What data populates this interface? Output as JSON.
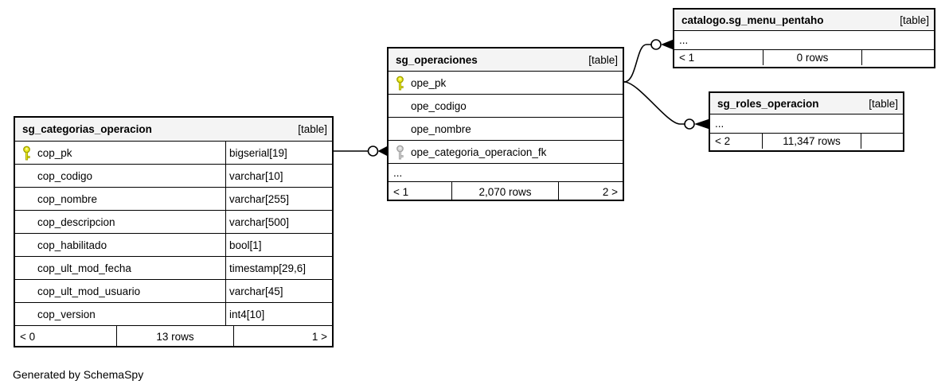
{
  "note": "Generated by SchemaSpy",
  "colors": {
    "header_bg": "#f4f4f4",
    "border": "#000000",
    "pk_key_fill": "#efef24",
    "pk_key_stroke": "#a0a000",
    "fk_key_fill": "#d8d8d8",
    "fk_key_stroke": "#a0a0a0"
  },
  "tables": {
    "categorias": {
      "title": "sg_categorias_operacion",
      "tag": "[table]",
      "columns": [
        {
          "name": "cop_pk",
          "type": "bigserial[19]",
          "key": "pk"
        },
        {
          "name": "cop_codigo",
          "type": "varchar[10]",
          "key": ""
        },
        {
          "name": "cop_nombre",
          "type": "varchar[255]",
          "key": ""
        },
        {
          "name": "cop_descripcion",
          "type": "varchar[500]",
          "key": ""
        },
        {
          "name": "cop_habilitado",
          "type": "bool[1]",
          "key": ""
        },
        {
          "name": "cop_ult_mod_fecha",
          "type": "timestamp[29,6]",
          "key": ""
        },
        {
          "name": "cop_ult_mod_usuario",
          "type": "varchar[45]",
          "key": ""
        },
        {
          "name": "cop_version",
          "type": "int4[10]",
          "key": ""
        }
      ],
      "pager": {
        "prev": "< 0",
        "rows": "13 rows",
        "next": "1 >"
      }
    },
    "operaciones": {
      "title": "sg_operaciones",
      "tag": "[table]",
      "columns": [
        {
          "name": "ope_pk",
          "key": "pk"
        },
        {
          "name": "ope_codigo",
          "key": ""
        },
        {
          "name": "ope_nombre",
          "key": ""
        },
        {
          "name": "ope_categoria_operacion_fk",
          "key": "fk"
        }
      ],
      "ellipsis": "...",
      "pager": {
        "prev": "< 1",
        "rows": "2,070 rows",
        "next": "2 >"
      }
    },
    "menu_pentaho": {
      "title": "catalogo.sg_menu_pentaho",
      "tag": "[table]",
      "ellipsis": "...",
      "pager": {
        "prev": "< 1",
        "rows": "0 rows",
        "next": ""
      }
    },
    "roles": {
      "title": "sg_roles_operacion",
      "tag": "[table]",
      "ellipsis": "...",
      "pager": {
        "prev": "< 2",
        "rows": "11,347 rows",
        "next": ""
      }
    }
  }
}
